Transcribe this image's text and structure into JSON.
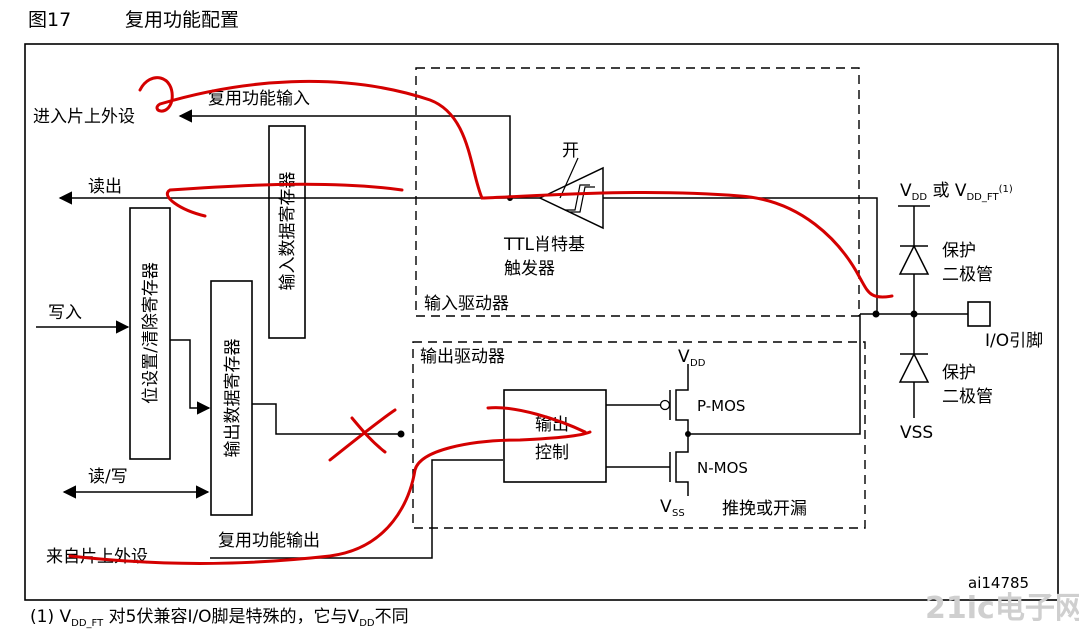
{
  "figure": {
    "number": "图17",
    "title": "复用功能配置",
    "code": "ai14785",
    "watermark": "21ic电子网"
  },
  "labels": {
    "into_peripheral": "进入片上外设",
    "alt_input": "复用功能输入",
    "read": "读出",
    "write": "写入",
    "read_write": "读/写",
    "from_peripheral": "来自片上外设",
    "alt_output": "复用功能输出",
    "input_data_register": "输入数据寄存器",
    "bit_set_reset_register": "位设置/清除寄存器",
    "output_data_register": "输出数据寄存器",
    "switch": "开",
    "ttl_schmitt_line1": "TTL肖特基",
    "ttl_schmitt_line2": "触发器",
    "input_driver": "输入驱动器",
    "output_driver": "输出驱动器",
    "output_control_line1": "输出",
    "output_control_line2": "控制",
    "pmos": "P-MOS",
    "nmos": "N-MOS",
    "push_pull": "推挽或开漏",
    "vdd_main": "V",
    "vdd_sub": "DD",
    "vss_main": "V",
    "vss_sub": "SS",
    "vdd_or_vddft_a": "V",
    "vdd_or_vddft_b": "DD",
    "vdd_or_vddft_c": " 或 V",
    "vdd_or_vddft_d": "DD_FT",
    "vdd_or_vddft_e": "(1)",
    "protect_diode_line1": "保护",
    "protect_diode_line2": "二极管",
    "io_pin": "I/O引脚",
    "vss_pin": "VSS"
  },
  "footnote": {
    "prefix": "(1) V",
    "sub1": "DD_FT",
    "mid": " 对5伏兼容I/O脚是特殊的，它与V",
    "sub2": "DD",
    "suffix": "不同"
  },
  "colors": {
    "annotation": "#d40000",
    "ink": "#000000"
  }
}
